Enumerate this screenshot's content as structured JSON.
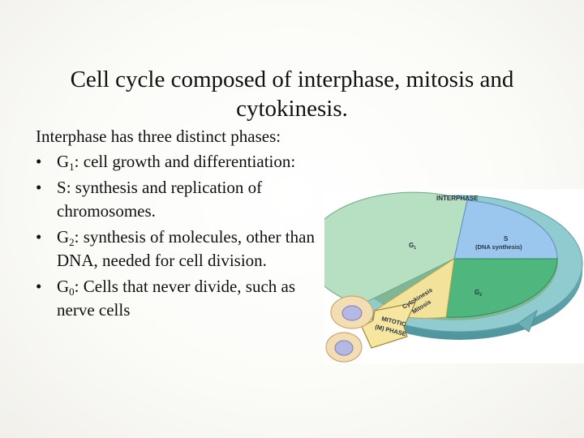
{
  "title": {
    "line1": "Cell cycle composed of interphase, mitosis and",
    "line2": "cytokinesis."
  },
  "intro": "Interphase has three distinct phases:",
  "bullets": [
    {
      "prefix": "G",
      "sub": "1",
      "text": ": cell growth and differentiation:"
    },
    {
      "prefix": "S",
      "sub": "",
      "text": ": synthesis and replication of chromosomes."
    },
    {
      "prefix": "G",
      "sub": "2",
      "text": ":  synthesis of molecules, other than DNA, needed for cell division."
    },
    {
      "prefix": "G",
      "sub": "0",
      "text": ": Cells that never divide, such as nerve cells"
    }
  ],
  "bullet_char": "•",
  "diagram": {
    "interphase": "INTERPHASE",
    "g1": "G",
    "g1_sub": "1",
    "s_label": "S",
    "s_detail": "(DNA synthesis)",
    "g2": "G",
    "g2_sub": "2",
    "cytokinesis": "Cytokinesis",
    "mitosis": "Mitosis",
    "mitotic_line1": "MITOTIC",
    "mitotic_line2": "(M) PHASE",
    "colors": {
      "g1": "#b6dec0",
      "s": "#9ac6ee",
      "g2": "#4fb57c",
      "mitotic": "#f6e6a0",
      "ring": "#8ec9cc",
      "ring_side": "#64aab2"
    }
  }
}
